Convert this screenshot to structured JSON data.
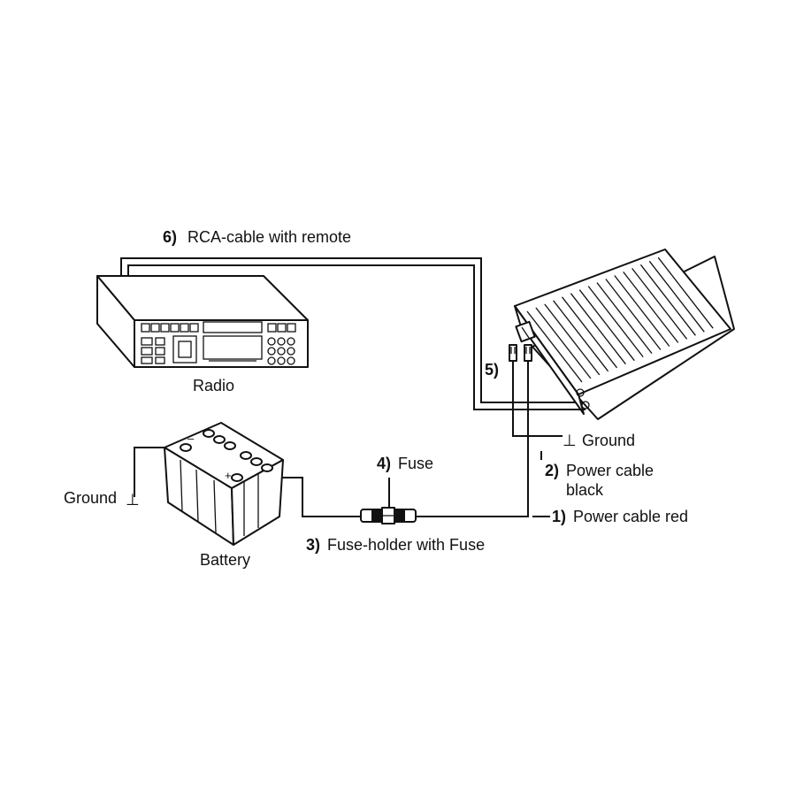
{
  "diagram": {
    "labels": {
      "rca": {
        "num": "6)",
        "text": "RCA-cable with remote"
      },
      "radio": "Radio",
      "connectors": {
        "num": "5)",
        "text": ""
      },
      "ground_amp": "Ground",
      "power_black": {
        "num": "2)",
        "text": "Power cable",
        "text2": "black"
      },
      "fuse": {
        "num": "4)",
        "text": "Fuse"
      },
      "ground_batt": "Ground",
      "power_red": {
        "num": "1)",
        "text": "Power cable red"
      },
      "battery": "Battery",
      "fuse_holder": {
        "num": "3)",
        "text": "Fuse-holder with Fuse"
      }
    },
    "symbols": {
      "ground_icon": "⊥",
      "plus_icon": "+",
      "minus_icon": "–"
    }
  }
}
